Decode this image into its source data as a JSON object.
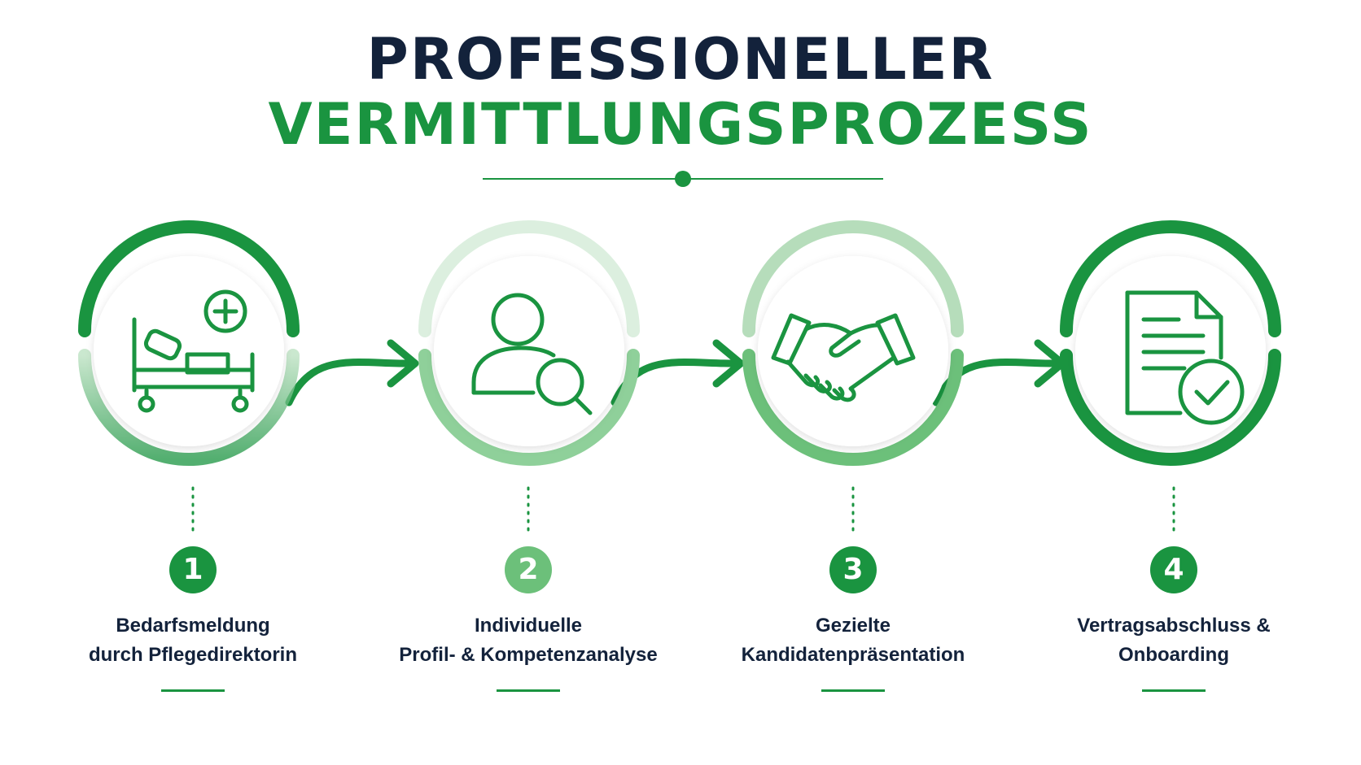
{
  "title": {
    "line1": "PROFESSIONELLER",
    "line2": "VERMITTLUNGSPROZESS"
  },
  "colors": {
    "primary_green": "#1a9440",
    "light_green": "#6cc07a",
    "dark_navy": "#13223b"
  },
  "steps": [
    {
      "number": "1",
      "icon": "hospital-bed-plus-icon",
      "label_line1": "Bedarfsmeldung",
      "label_line2": "durch Pflegedirektorin"
    },
    {
      "number": "2",
      "icon": "person-search-icon",
      "label_line1": "Individuelle",
      "label_line2": "Profil- & Kompetenzanalyse"
    },
    {
      "number": "3",
      "icon": "handshake-icon",
      "label_line1": "Gezielte",
      "label_line2": "Kandidatenpräsentation"
    },
    {
      "number": "4",
      "icon": "document-check-icon",
      "label_line1": "Vertragsabschluss &",
      "label_line2": "Onboarding"
    }
  ]
}
